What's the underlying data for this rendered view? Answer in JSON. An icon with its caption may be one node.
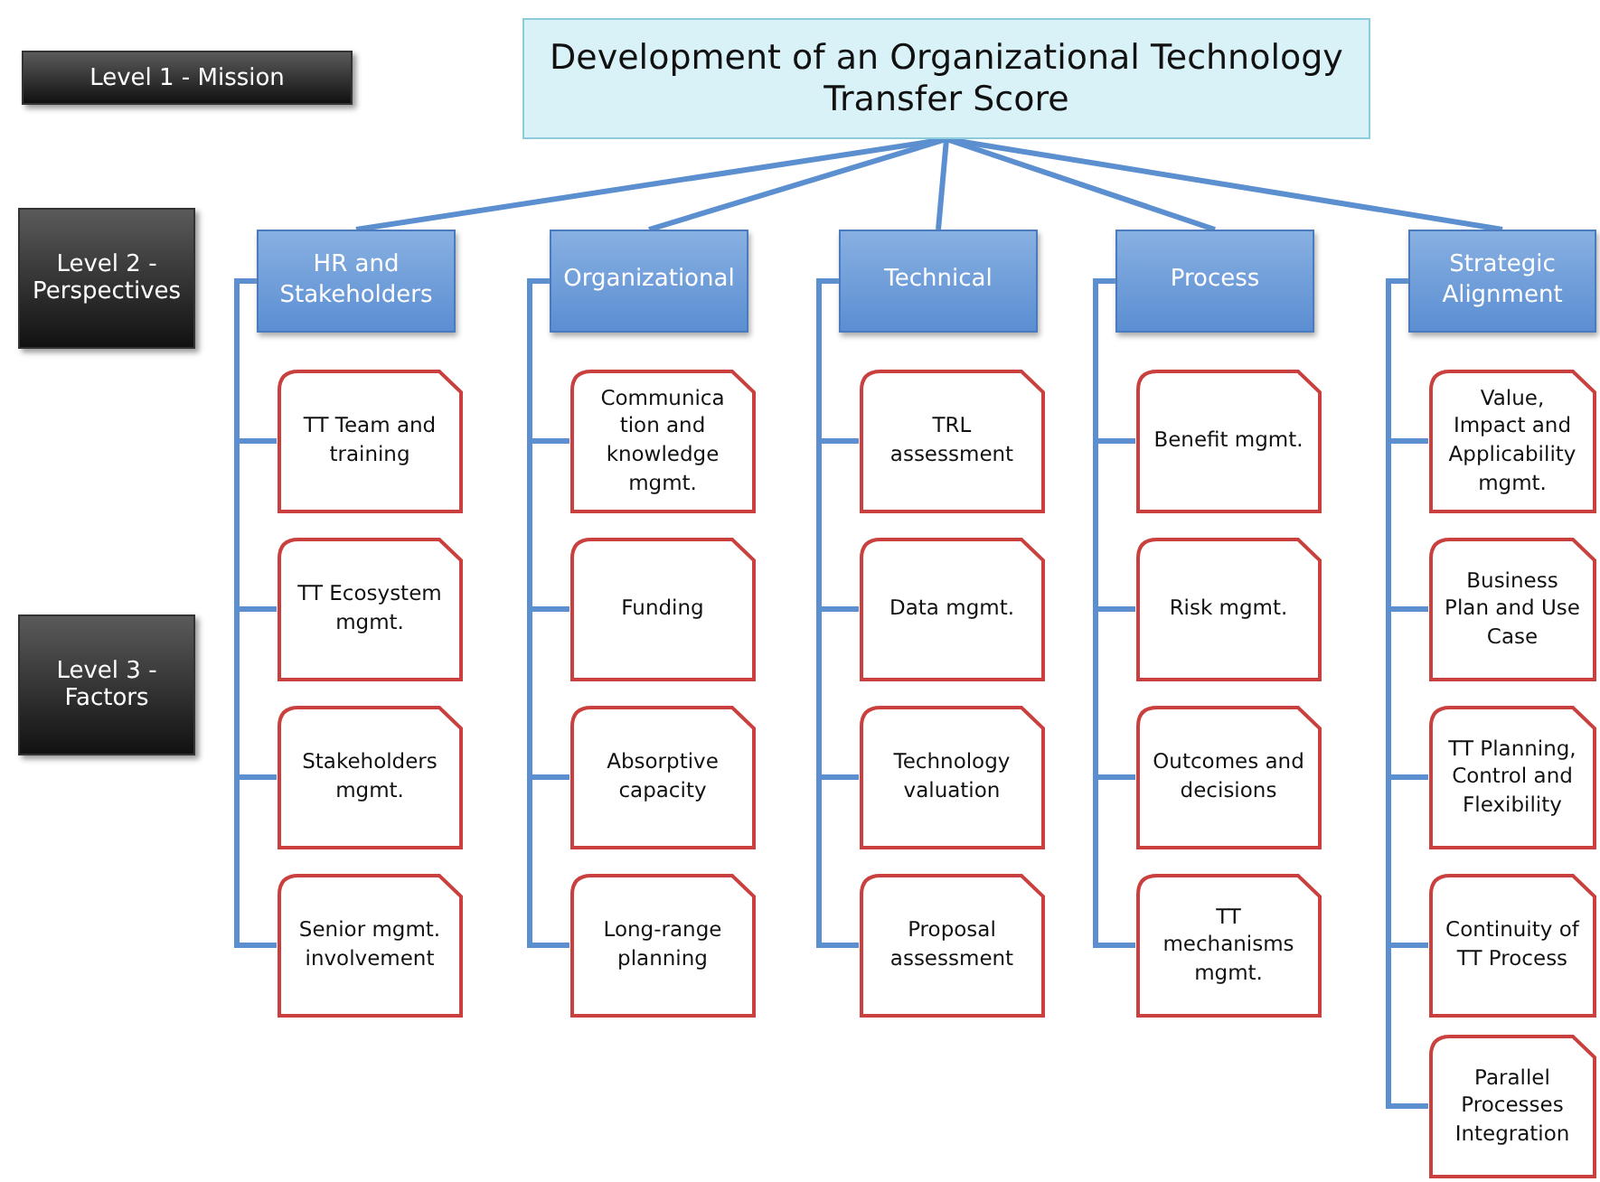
{
  "diagram": {
    "nodes": [
      {
        "text": [
          "Level 1 - Mission"
        ]
      },
      {
        "text": [
          "Development of an Organizational Technology Transfer Score"
        ]
      },
      {
        "text": [
          "Level 2 - Perspectives"
        ]
      },
      {
        "text": [
          "HR and Stakeholders"
        ]
      },
      {
        "text": [
          "Organizational"
        ]
      },
      {
        "text": [
          "Technical"
        ]
      },
      {
        "text": [
          "Process"
        ]
      },
      {
        "text": [
          "Strategic Alignment"
        ]
      },
      {
        "text": [
          "Level 3 - Factors"
        ]
      },
      {
        "text": [
          "TT Team and training"
        ]
      },
      {
        "text": [
          "TT Ecosystem mgmt."
        ]
      },
      {
        "text": [
          "Stakeholders mgmt."
        ]
      },
      {
        "text": [
          "Senior mgmt. involvement"
        ]
      },
      {
        "text": [
          "Communica tion and knowledge mgmt."
        ]
      },
      {
        "text": [
          "Funding"
        ]
      },
      {
        "text": [
          "Absorptive capacity"
        ]
      },
      {
        "text": [
          "Long-range planning"
        ]
      },
      {
        "text": [
          "TRL assessment"
        ]
      },
      {
        "text": [
          "Data mgmt."
        ]
      },
      {
        "text": [
          "Technology valuation"
        ]
      },
      {
        "text": [
          "Proposal assessment"
        ]
      },
      {
        "text": [
          "Benefit mgmt."
        ]
      },
      {
        "text": [
          "Risk mgmt."
        ]
      },
      {
        "text": [
          "Outcomes and decisions"
        ]
      },
      {
        "text": [
          "TT mechanisms mgmt."
        ]
      },
      {
        "text": [
          "Value, Impact and Applicability mgmt."
        ]
      },
      {
        "text": [
          "Business Plan and Use Case"
        ]
      },
      {
        "text": [
          "TT Planning, Control and Flexibility"
        ]
      },
      {
        "text": [
          "Continuity of TT Process"
        ]
      },
      {
        "text": [
          "Parallel Processes Integration"
        ]
      }
    ],
    "edges": [
      {
        "from": 1,
        "to": 3,
        "arrow": "none"
      },
      {
        "from": 1,
        "to": 4,
        "arrow": "none"
      },
      {
        "from": 1,
        "to": 5,
        "arrow": "none"
      },
      {
        "from": 1,
        "to": 6,
        "arrow": "none"
      },
      {
        "from": 1,
        "to": 7,
        "arrow": "none"
      },
      {
        "from": 3,
        "to": 9,
        "arrow": "none"
      },
      {
        "from": 3,
        "to": 10,
        "arrow": "none"
      },
      {
        "from": 3,
        "to": 11,
        "arrow": "none"
      },
      {
        "from": 3,
        "to": 12,
        "arrow": "none"
      },
      {
        "from": 4,
        "to": 13,
        "arrow": "none"
      },
      {
        "from": 4,
        "to": 14,
        "arrow": "none"
      },
      {
        "from": 4,
        "to": 15,
        "arrow": "none"
      },
      {
        "from": 4,
        "to": 16,
        "arrow": "none"
      },
      {
        "from": 5,
        "to": 17,
        "arrow": "none"
      },
      {
        "from": 5,
        "to": 18,
        "arrow": "none"
      },
      {
        "from": 5,
        "to": 19,
        "arrow": "none"
      },
      {
        "from": 5,
        "to": 20,
        "arrow": "none"
      },
      {
        "from": 6,
        "to": 21,
        "arrow": "none"
      },
      {
        "from": 6,
        "to": 22,
        "arrow": "none"
      },
      {
        "from": 6,
        "to": 23,
        "arrow": "none"
      },
      {
        "from": 6,
        "to": 24,
        "arrow": "none"
      },
      {
        "from": 7,
        "to": 25,
        "arrow": "none"
      },
      {
        "from": 7,
        "to": 26,
        "arrow": "none"
      },
      {
        "from": 7,
        "to": 27,
        "arrow": "none"
      },
      {
        "from": 7,
        "to": 28,
        "arrow": "none"
      },
      {
        "from": 7,
        "to": 29,
        "arrow": "none"
      }
    ]
  }
}
